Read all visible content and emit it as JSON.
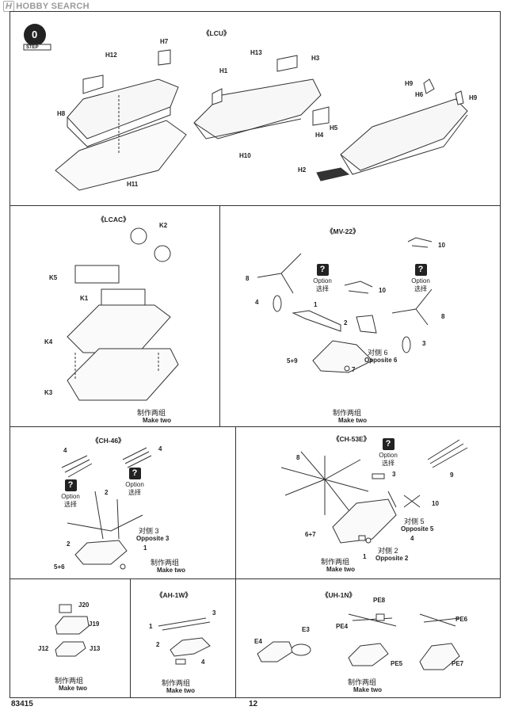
{
  "watermark": {
    "logo": "H",
    "name": "HOBBY SEARCH"
  },
  "step": {
    "number": "0",
    "label": "STEP"
  },
  "option": {
    "en": "Option",
    "zh": "选择"
  },
  "make_two": {
    "zh": "制作两组",
    "en": "Make two"
  },
  "lcu": {
    "title": "《LCU》",
    "parts": [
      "H12",
      "H7",
      "H8",
      "H11",
      "H13",
      "H3",
      "H1",
      "H5",
      "H4",
      "H10",
      "H9",
      "H6",
      "H9",
      "H2"
    ]
  },
  "lcac": {
    "title": "《LCAC》",
    "parts": [
      "K2",
      "K5",
      "K1",
      "K4",
      "K3"
    ]
  },
  "mv22": {
    "title": "《MV-22》",
    "parts": [
      "10",
      "8",
      "10",
      "4",
      "1",
      "2",
      "8",
      "3",
      "5+9",
      "7"
    ],
    "opposite": {
      "zh": "对侧 6",
      "en": "Opposite 6"
    }
  },
  "ch46": {
    "title": "《CH-46》",
    "parts": [
      "4",
      "4",
      "2",
      "2",
      "1",
      "5+6"
    ],
    "opposite": {
      "zh": "对侧 3",
      "en": "Opposite 3"
    }
  },
  "ch53e": {
    "title": "《CH-53E》",
    "parts": [
      "8",
      "3",
      "9",
      "10",
      "6+7",
      "4",
      "1"
    ],
    "opposite_a": {
      "zh": "对侧 5",
      "en": "Opposite 5"
    },
    "opposite_b": {
      "zh": "对侧 2",
      "en": "Opposite 2"
    }
  },
  "lav": {
    "parts": [
      "J20",
      "J19",
      "J12",
      "J13"
    ]
  },
  "ah1w": {
    "title": "《AH-1W》",
    "parts": [
      "1",
      "3",
      "2",
      "4"
    ]
  },
  "uh1n": {
    "title": "《UH-1N》",
    "parts": [
      "PE8",
      "E4",
      "E3",
      "PE4",
      "PE5",
      "PE6",
      "PE7"
    ]
  },
  "footer": {
    "code": "83415",
    "page": "12"
  }
}
